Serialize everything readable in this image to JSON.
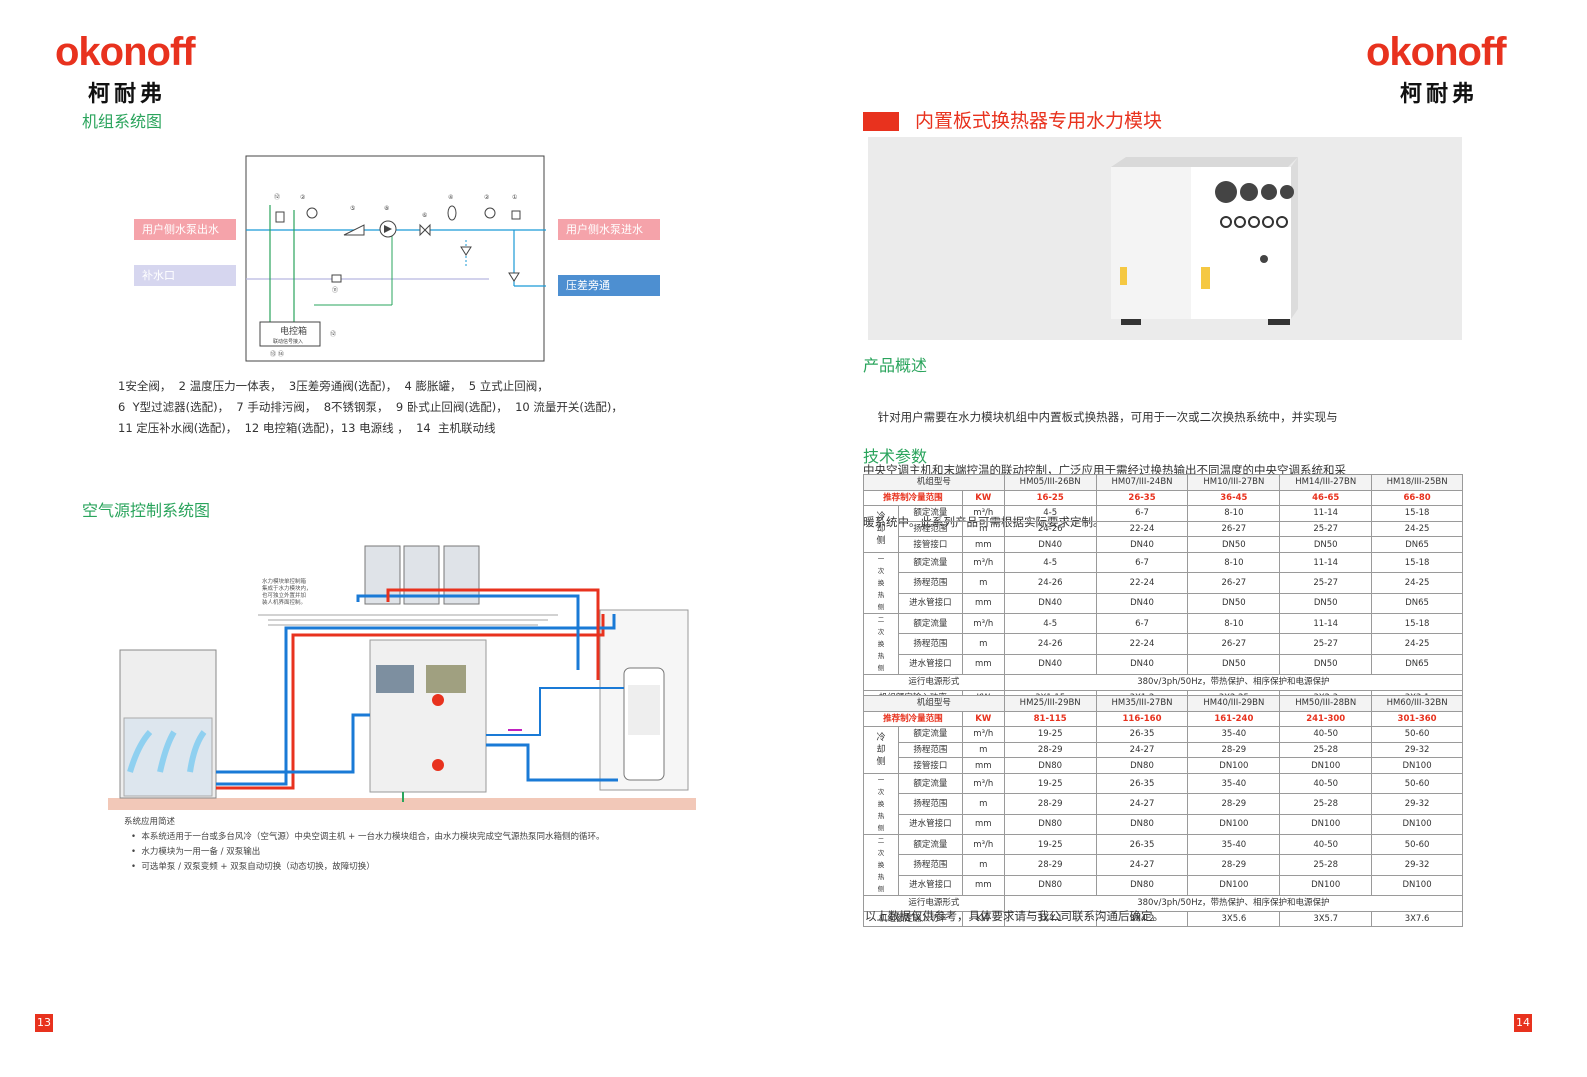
{
  "brand": {
    "logo": "okonoff",
    "name_cn": "柯耐弗"
  },
  "left_page": {
    "section1_title": "机组系统图",
    "diagram_labels": {
      "user_out": "用户侧水泵出水",
      "makeup": "补水口",
      "user_in": "用户侧水泵进水",
      "bypass": "压差旁通",
      "control_box": "电控箱",
      "control_box_sub": "联动信号接入"
    },
    "legend_lines": [
      "1安全阀，  2 温度压力一体表，  3压差旁通阀(选配)，  4 膨胀罐，  5 立式止回阀，",
      "6  Y型过滤器(选配)，  7 手动排污阀，  8不锈钢泵，  9 卧式止回阀(选配)，  10 流量开关(选配)，",
      "11 定压补水阀(选配)，  12 电控箱(选配)，13 电源线 ，  14  主机联动线"
    ],
    "section2_title": "空气源控制系统图",
    "diagram2_note": "水力模块单控制箱\n集成于水力模块内，\n也可独立外置并加\n装人机界面控制。",
    "notes_title": "系统应用简述",
    "notes": [
      "本系统适用于一台或多台风冷（空气源）中央空调主机 + 一台水力模块组合，由水力模块完成空气源热泵同水箱侧的循环。",
      "水力模块为一用一备 / 双泵输出",
      "可选单泵 / 双泵变频 + 双泵自动切换（动态切换，故障切换）"
    ],
    "page_number": "13"
  },
  "right_page": {
    "title": "内置板式换热器专用水力模块",
    "overview_title": "产品概述",
    "overview_lines": [
      "    针对用户需要在水力模块机组中内置板式换热器，可用于一次或二次换热系统中，并实现与",
      "中央空调主机和末端控温的联动控制，广泛应用于需经过换热输出不同温度的中央空调系统和采",
      "暖系统中。此系列产品可需根据实际要求定制。"
    ],
    "spec_title": "技术参数",
    "groups": {
      "cooling": "冷却侧",
      "primary": "一次换热侧",
      "secondary": "二次换热侧"
    },
    "row_labels": {
      "model": "机组型号",
      "cooling_range": "推荐制冷量范围",
      "rated_flow": "额定流量",
      "head": "扬程范围",
      "pipe": "接管接口",
      "inlet": "进水管接口",
      "power": "运行电源形式",
      "input_power": "机组额定输入功率"
    },
    "units": {
      "kw": "KW",
      "flow": "m³/h",
      "m": "m",
      "mm": "mm"
    },
    "table1": {
      "models": [
        "HM05/III-26BN",
        "HM07/III-24BN",
        "HM10/III-27BN",
        "HM14/III-27BN",
        "HM18/III-25BN"
      ],
      "cooling": [
        "16-25",
        "26-35",
        "36-45",
        "46-65",
        "66-80"
      ],
      "flow": [
        "4-5",
        "6-7",
        "8-10",
        "11-14",
        "15-18"
      ],
      "head": [
        "24-26",
        "22-24",
        "26-27",
        "25-27",
        "24-25"
      ],
      "pipe": [
        "DN40",
        "DN40",
        "DN50",
        "DN50",
        "DN65"
      ],
      "power_supply": "380v/3ph/50Hz，带热保护、相序保护和电源保护",
      "input": [
        "3X1.15",
        "3X1.2",
        "3X2.25",
        "3X2.3",
        "3X3.1"
      ]
    },
    "table2": {
      "models": [
        "HM25/III-29BN",
        "HM35/III-27BN",
        "HM40/III-29BN",
        "HM50/III-28BN",
        "HM60/III-32BN"
      ],
      "cooling": [
        "81-115",
        "116-160",
        "161-240",
        "241-300",
        "301-360"
      ],
      "flow": [
        "19-25",
        "26-35",
        "35-40",
        "40-50",
        "50-60"
      ],
      "head": [
        "28-29",
        "24-27",
        "28-29",
        "25-28",
        "29-32"
      ],
      "pipe": [
        "DN80",
        "DN80",
        "DN100",
        "DN100",
        "DN100"
      ],
      "power_supply": "380v/3ph/50Hz，带热保护、相序保护和电源保护",
      "input": [
        "3X4.1",
        "3X4.2",
        "3X5.6",
        "3X5.7",
        "3X7.6"
      ]
    },
    "footer_note": "以上数据仅供参考，具体要求请与我公司联系沟通后确定。",
    "page_number": "14"
  },
  "colors": {
    "brand_red": "#e8321e",
    "section_green": "#2aa45c",
    "pink_label": "#f5a3aa",
    "lavender_label": "#d6d6ef",
    "blue_label": "#4d8fd1"
  }
}
